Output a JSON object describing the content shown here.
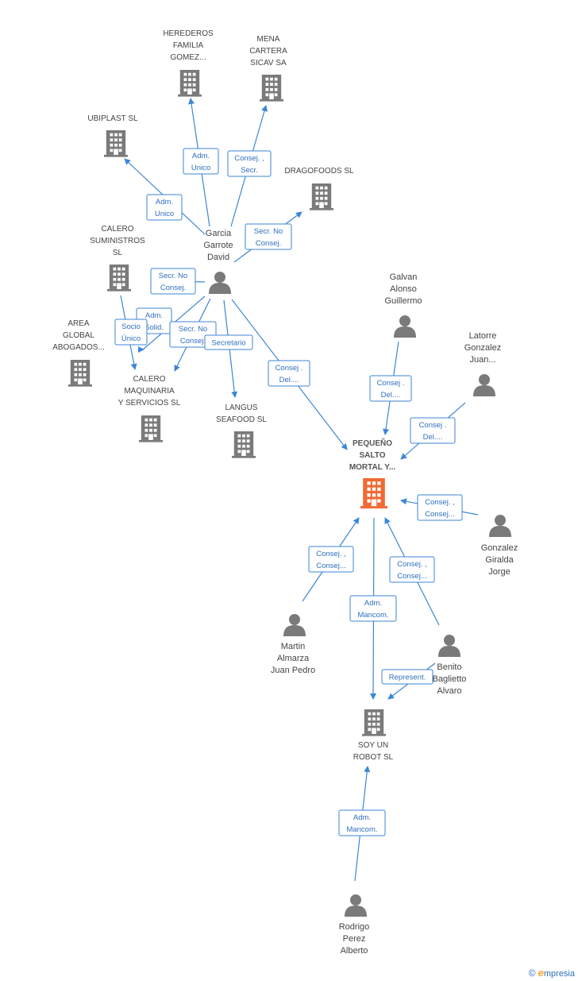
{
  "colors": {
    "edge": "#3d86d6",
    "label": "#2f6fbd",
    "node": "#7a7a7a",
    "focus": "#f06a35"
  },
  "nodes": [
    {
      "id": "herederos",
      "type": "company",
      "lines": [
        "HEREDEROS",
        "FAMILIA",
        "GOMEZ..."
      ],
      "icon": "building-icon"
    },
    {
      "id": "mena",
      "type": "company",
      "lines": [
        "MENA",
        "CARTERA",
        "SICAV SA"
      ],
      "icon": "building-icon"
    },
    {
      "id": "ubiplast",
      "type": "company",
      "lines": [
        "UBIPLAST SL"
      ],
      "icon": "building-icon"
    },
    {
      "id": "dragofoods",
      "type": "company",
      "lines": [
        "DRAGOFOODS SL"
      ],
      "icon": "building-icon"
    },
    {
      "id": "calero_sum",
      "type": "company",
      "lines": [
        "CALERO",
        "SUMINISTROS",
        "SL"
      ],
      "icon": "building-icon"
    },
    {
      "id": "garcia",
      "type": "person",
      "lines": [
        "Garcia",
        "Garrote",
        "David"
      ],
      "icon": "person-icon"
    },
    {
      "id": "area",
      "type": "company",
      "lines": [
        "AREA",
        "GLOBAL",
        "ABOGADOS..."
      ],
      "icon": "building-icon"
    },
    {
      "id": "calero_maq",
      "type": "company",
      "lines": [
        "CALERO",
        "MAQUINARIA",
        "Y SERVICIOS  SL"
      ],
      "icon": "building-icon"
    },
    {
      "id": "langus",
      "type": "company",
      "lines": [
        "LANGUS",
        "SEAFOOD SL"
      ],
      "icon": "building-icon"
    },
    {
      "id": "galvan",
      "type": "person",
      "lines": [
        "Galvan",
        "Alonso",
        "Guillermo"
      ],
      "icon": "person-icon"
    },
    {
      "id": "latorre",
      "type": "person",
      "lines": [
        "Latorre",
        "Gonzalez",
        "Juan..."
      ],
      "icon": "person-icon"
    },
    {
      "id": "pequeno",
      "type": "focus",
      "lines": [
        "PEQUEÑO",
        "SALTO",
        "MORTAL Y..."
      ],
      "icon": "building-icon"
    },
    {
      "id": "gonzalez",
      "type": "person",
      "lines": [
        "Gonzalez",
        "Giralda",
        "Jorge"
      ],
      "icon": "person-icon"
    },
    {
      "id": "martin",
      "type": "person",
      "lines": [
        "Martin",
        "Almarza",
        "Juan Pedro"
      ],
      "icon": "person-icon"
    },
    {
      "id": "benito",
      "type": "person",
      "lines": [
        "Benito",
        "Baglietto",
        "Alvaro"
      ],
      "icon": "person-icon"
    },
    {
      "id": "soyun",
      "type": "company",
      "lines": [
        "SOY UN",
        "ROBOT  SL"
      ],
      "icon": "building-icon"
    },
    {
      "id": "rodrigo",
      "type": "person",
      "lines": [
        "Rodrigo",
        "Perez",
        "Alberto"
      ],
      "icon": "person-icon"
    }
  ],
  "edges": [
    {
      "id": "e1",
      "lines": [
        "Adm.",
        "Unico"
      ]
    },
    {
      "id": "e2",
      "lines": [
        "Consej. ,",
        "Secr."
      ]
    },
    {
      "id": "e3",
      "lines": [
        "Adm.",
        "Unico"
      ]
    },
    {
      "id": "e4",
      "lines": [
        "Secr.  No",
        "Consej."
      ]
    },
    {
      "id": "e5",
      "lines": [
        "Secr.  No",
        "Consej."
      ]
    },
    {
      "id": "e6",
      "lines": [
        "Adm.",
        "Solid."
      ]
    },
    {
      "id": "e7",
      "lines": [
        "Socio",
        "Único"
      ]
    },
    {
      "id": "e8",
      "lines": [
        "Secr.  No",
        "Consej."
      ]
    },
    {
      "id": "e9",
      "lines": [
        "Secretario"
      ]
    },
    {
      "id": "e10",
      "lines": [
        "Consej .",
        "Del...."
      ]
    },
    {
      "id": "e11",
      "lines": [
        "Consej .",
        "Del...."
      ]
    },
    {
      "id": "e12",
      "lines": [
        "Consej .",
        "Del...."
      ]
    },
    {
      "id": "e13",
      "lines": [
        "Consej. ,",
        "Consej..."
      ]
    },
    {
      "id": "e14",
      "lines": [
        "Consej. ,",
        "Consej..."
      ]
    },
    {
      "id": "e15",
      "lines": [
        "Consej. ,",
        "Consej..."
      ]
    },
    {
      "id": "e16",
      "lines": [
        "Adm.",
        "Mancom."
      ]
    },
    {
      "id": "e17",
      "lines": [
        "Represent."
      ]
    },
    {
      "id": "e18",
      "lines": [
        "Adm.",
        "Mancom."
      ]
    }
  ],
  "watermark": {
    "copyright": "©",
    "brand_initial": "e",
    "brand_rest": "mpresia"
  }
}
